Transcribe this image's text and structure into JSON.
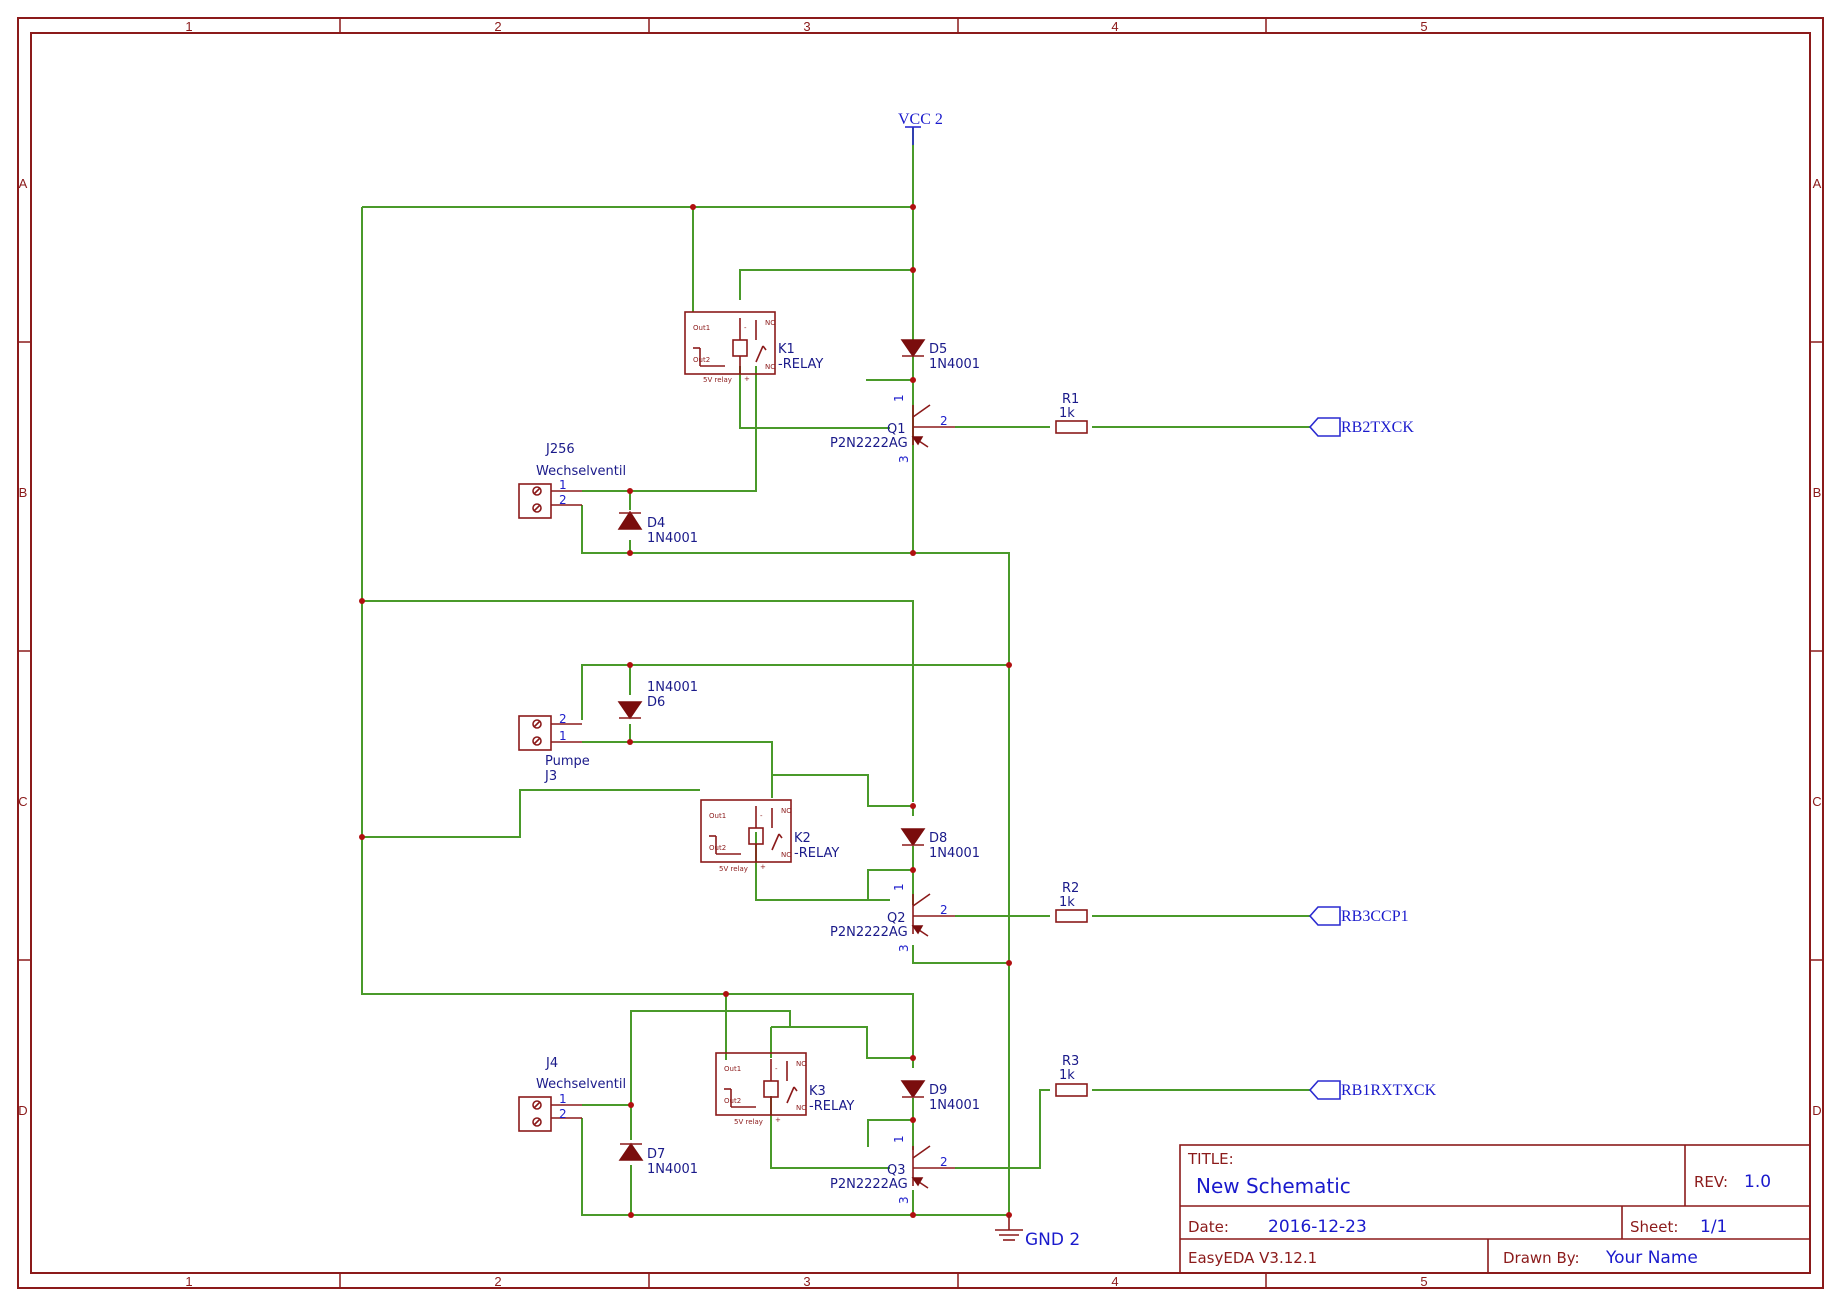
{
  "frame": {
    "columns": [
      "1",
      "2",
      "3",
      "4",
      "5"
    ],
    "rows": [
      "A",
      "B",
      "C",
      "D"
    ]
  },
  "power": {
    "vcc": "VCC 2",
    "gnd": "GND 2"
  },
  "nets": {
    "net1": "RB2TXCK",
    "net2": "RB3CCP1",
    "net3": "RB1RXTXCK"
  },
  "relays": {
    "k1": {
      "ref": "K1",
      "value": "-RELAY"
    },
    "k2": {
      "ref": "K2",
      "value": "-RELAY"
    },
    "k3": {
      "ref": "K3",
      "value": "-RELAY"
    },
    "pin_out1": "Out1",
    "pin_out2": "Out2",
    "pin_minus": "-",
    "pin_plus": "+",
    "pin_no": "NO",
    "pin_nc": "NC",
    "body_label": "5V relay"
  },
  "diodes": {
    "d4": {
      "ref": "D4",
      "value": "1N4001"
    },
    "d5": {
      "ref": "D5",
      "value": "1N4001"
    },
    "d6": {
      "ref": "D6",
      "value": "1N4001"
    },
    "d7": {
      "ref": "D7",
      "value": "1N4001"
    },
    "d8": {
      "ref": "D8",
      "value": "1N4001"
    },
    "d9": {
      "ref": "D9",
      "value": "1N4001"
    }
  },
  "transistors": {
    "q1": {
      "ref": "Q1",
      "value": "P2N2222AG"
    },
    "q2": {
      "ref": "Q2",
      "value": "P2N2222AG"
    },
    "q3": {
      "ref": "Q3",
      "value": "P2N2222AG"
    },
    "pin_c": "1",
    "pin_b": "2",
    "pin_e": "3"
  },
  "resistors": {
    "r1": {
      "ref": "R1",
      "value": "1k"
    },
    "r2": {
      "ref": "R2",
      "value": "1k"
    },
    "r3": {
      "ref": "R3",
      "value": "1k"
    }
  },
  "connectors": {
    "j256": {
      "ref": "J256",
      "value": "Wechselventil"
    },
    "j3": {
      "ref": "J3",
      "value": "Pumpe"
    },
    "j4": {
      "ref": "J4",
      "value": "Wechselventil"
    },
    "pin1": "1",
    "pin2": "2"
  },
  "title_block": {
    "title_label": "TITLE:",
    "title": "New Schematic",
    "rev_label": "REV:",
    "rev": "1.0",
    "date_label": "Date:",
    "date": "2016-12-23",
    "sheet_label": "Sheet:",
    "sheet": "1/1",
    "tool": "EasyEDA V3.12.1",
    "drawn_label": "Drawn By:",
    "drawn_by": "Your Name"
  }
}
